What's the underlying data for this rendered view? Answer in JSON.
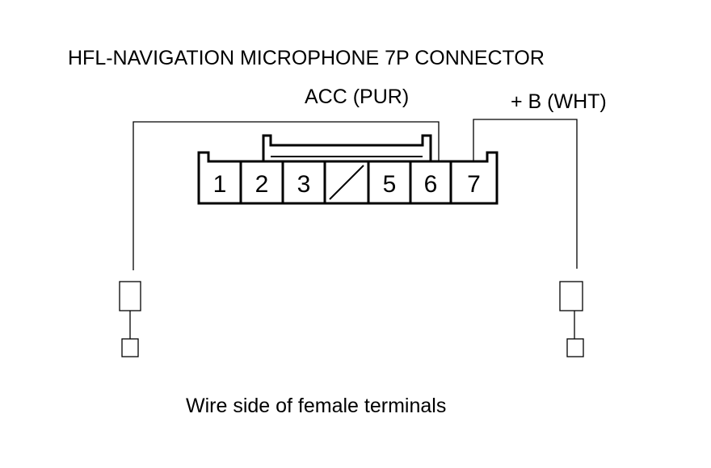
{
  "title": "HFL-NAVIGATION MICROPHONE 7P CONNECTOR",
  "wires": {
    "acc_label": "ACC (PUR)",
    "b_label": "+ B (WHT)"
  },
  "connector": {
    "pins": [
      "1",
      "2",
      "3",
      "",
      "5",
      "6",
      "7"
    ]
  },
  "footer": "Wire side of female terminals"
}
